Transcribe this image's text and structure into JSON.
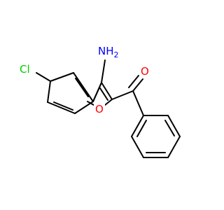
{
  "structure": {
    "atoms": {
      "nh2": {
        "main": "NH",
        "sub": "2",
        "color": "#0000ff"
      },
      "cl": {
        "text": "Cl",
        "color": "#00cc00"
      },
      "o_ring": {
        "text": "O",
        "color": "#ff0000"
      },
      "o_carbonyl": {
        "text": "O",
        "color": "#ff0000"
      }
    },
    "bond_color": "#000000"
  }
}
